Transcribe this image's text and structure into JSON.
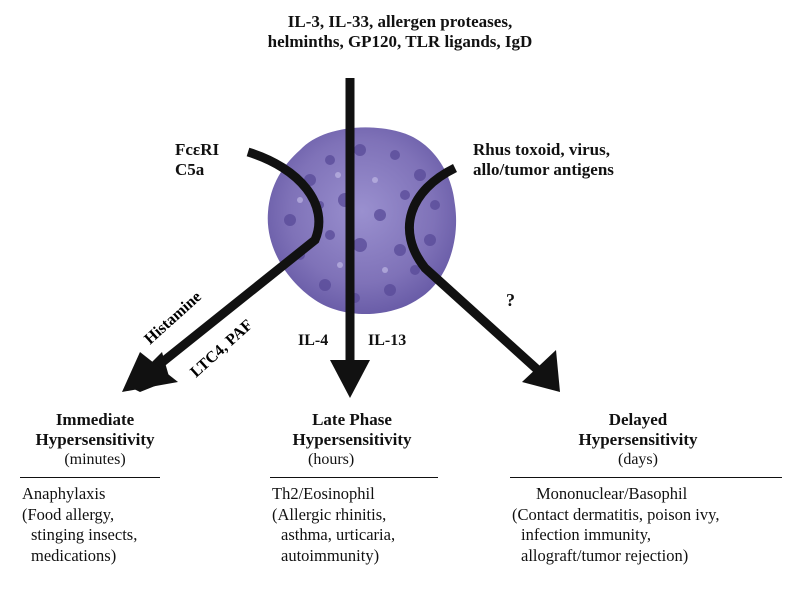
{
  "top_inputs": [
    "IL-3, IL-33, allergen proteases,",
    "helminths, GP120, TLR ligands, IgD"
  ],
  "left_inputs": [
    "FcεRI",
    "C5a"
  ],
  "right_inputs": [
    "Rhus toxoid, virus,",
    "allo/tumor antigens"
  ],
  "mediators": {
    "histamine": "Histamine",
    "ltc4_paf": "LTC4, PAF",
    "il4": "IL-4",
    "il13": "IL-13",
    "unknown": "?"
  },
  "columns": [
    {
      "title": [
        "Immediate",
        "Hypersensitivity"
      ],
      "time": "(minutes)",
      "mechanism": "Anaphylaxis",
      "examples": [
        "(Food allergy,",
        "stinging insects,",
        "medications)"
      ]
    },
    {
      "title": [
        "Late Phase",
        "Hypersensitivity"
      ],
      "time": "(hours)",
      "mechanism": "Th2/Eosinophil",
      "examples": [
        "(Allergic rhinitis,",
        "asthma, urticaria,",
        "autoimmunity)"
      ]
    },
    {
      "title": [
        "Delayed",
        "Hypersensitivity"
      ],
      "time": "(days)",
      "mechanism": "Mononuclear/Basophil",
      "examples": [
        "(Contact dermatitis, poison ivy,",
        "infection immunity,",
        "allograft/tumor rejection)"
      ]
    }
  ],
  "colors": {
    "arrow": "#111111",
    "cell_body": "#7f72b8",
    "granule": "#5a4c9a"
  }
}
